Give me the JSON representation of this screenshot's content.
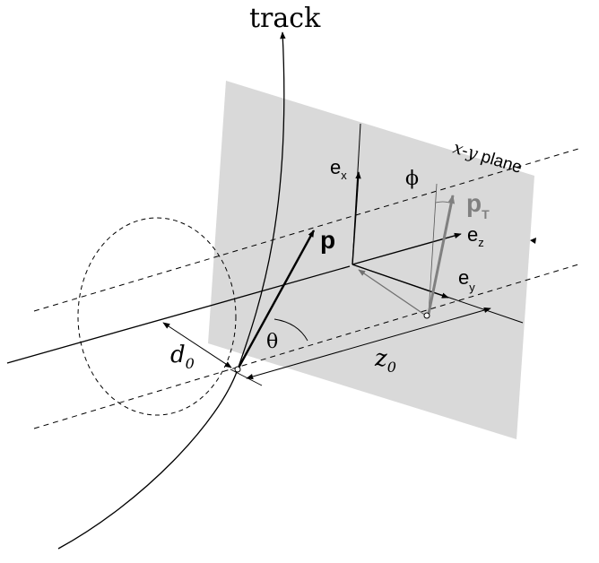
{
  "labels": {
    "track": "track",
    "plane": "x-y plane",
    "plane_prefix": "x-y",
    "plane_suffix": " plane",
    "ex_main": "e",
    "ex_sub": "x",
    "ey_main": "e",
    "ey_sub": "y",
    "ez_main": "e",
    "ez_sub": "z",
    "p": "p",
    "pt_main": "p",
    "pt_sub": "T",
    "phi": "ϕ",
    "theta": "θ",
    "d0_main": "d",
    "d0_sub": "0",
    "z0_main": "z",
    "z0_sub": "0"
  },
  "colors": {
    "plane_fill": "#d9d9d9",
    "line": "#000000",
    "pt_arrow": "#808080",
    "phi_line": "#555555"
  }
}
